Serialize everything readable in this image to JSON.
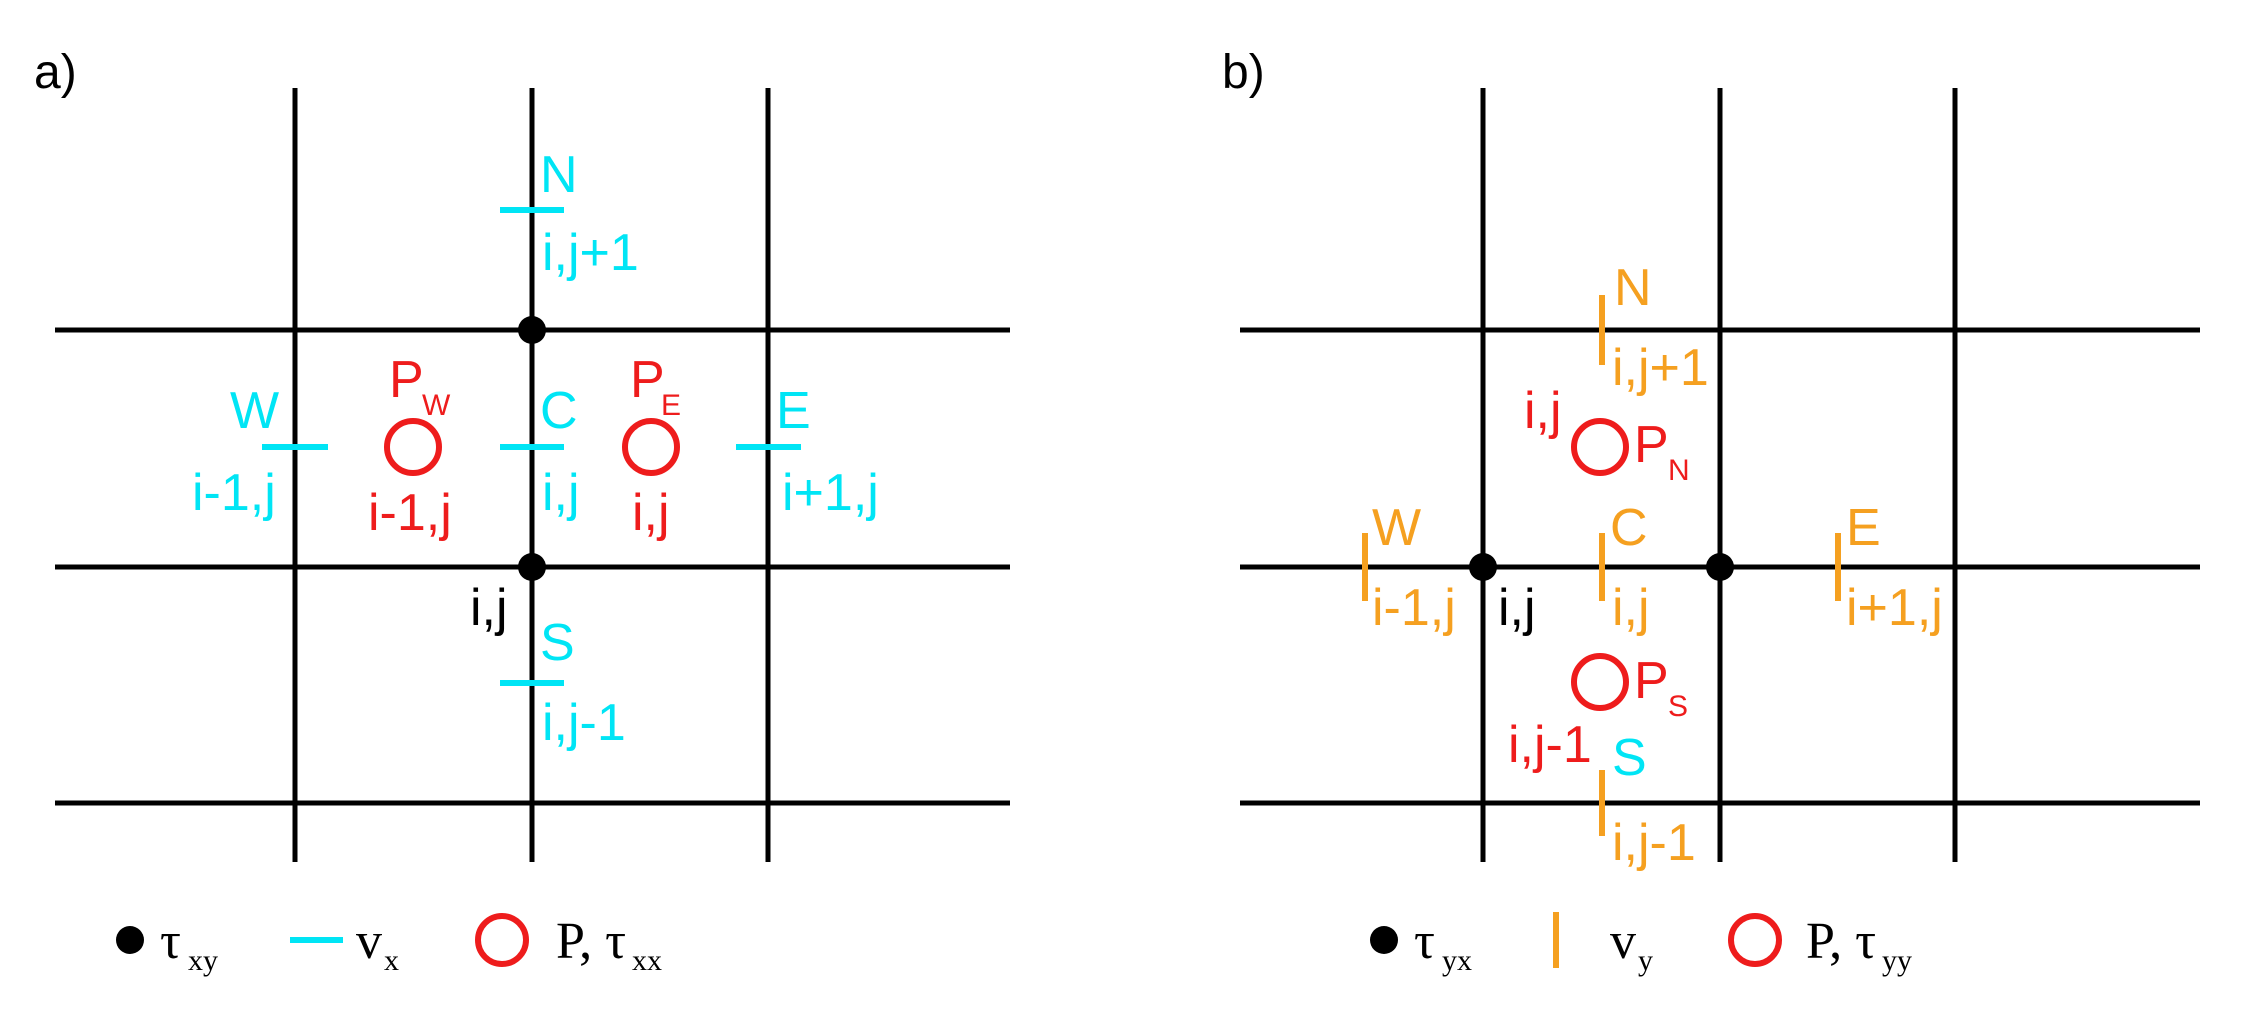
{
  "colors": {
    "grid": "#000000",
    "vx": "#00e5f5",
    "vy": "#f5a020",
    "pressure": "#ee1c1c",
    "node": "#000000"
  },
  "panel_a": {
    "label": "a)",
    "N": "N",
    "N_idx": "i,j+1",
    "S": "S",
    "S_idx": "i,j-1",
    "W": "W",
    "W_idx": "i-1,j",
    "E": "E",
    "E_idx": "i+1,j",
    "C": "C",
    "C_idx": "i,j",
    "PW": "P",
    "PW_sub": "W",
    "PW_idx": "i-1,j",
    "PE": "P",
    "PE_sub": "E",
    "PE_idx": "i,j",
    "node_idx": "i,j",
    "legend": {
      "node_sym": "τ",
      "node_sub": "xy",
      "vel_sym": "v",
      "vel_sub": "x",
      "p_sym": "P, τ",
      "p_sub": "xx"
    }
  },
  "panel_b": {
    "label": "b)",
    "N": "N",
    "N_idx": "i,j+1",
    "S": "S",
    "S_idx": "i,j-1",
    "W": "W",
    "W_idx": "i-1,j",
    "E": "E",
    "E_idx": "i+1,j",
    "C": "C",
    "C_idx": "i,j",
    "PN": "P",
    "PN_sub": "N",
    "PN_idx": "i,j",
    "PS": "P",
    "PS_sub": "S",
    "PS_idx": "i,j-1",
    "node_idx": "i,j",
    "legend": {
      "node_sym": "τ",
      "node_sub": "yx",
      "vel_sym": "v",
      "vel_sub": "y",
      "p_sym": "P, τ",
      "p_sub": "yy"
    }
  }
}
